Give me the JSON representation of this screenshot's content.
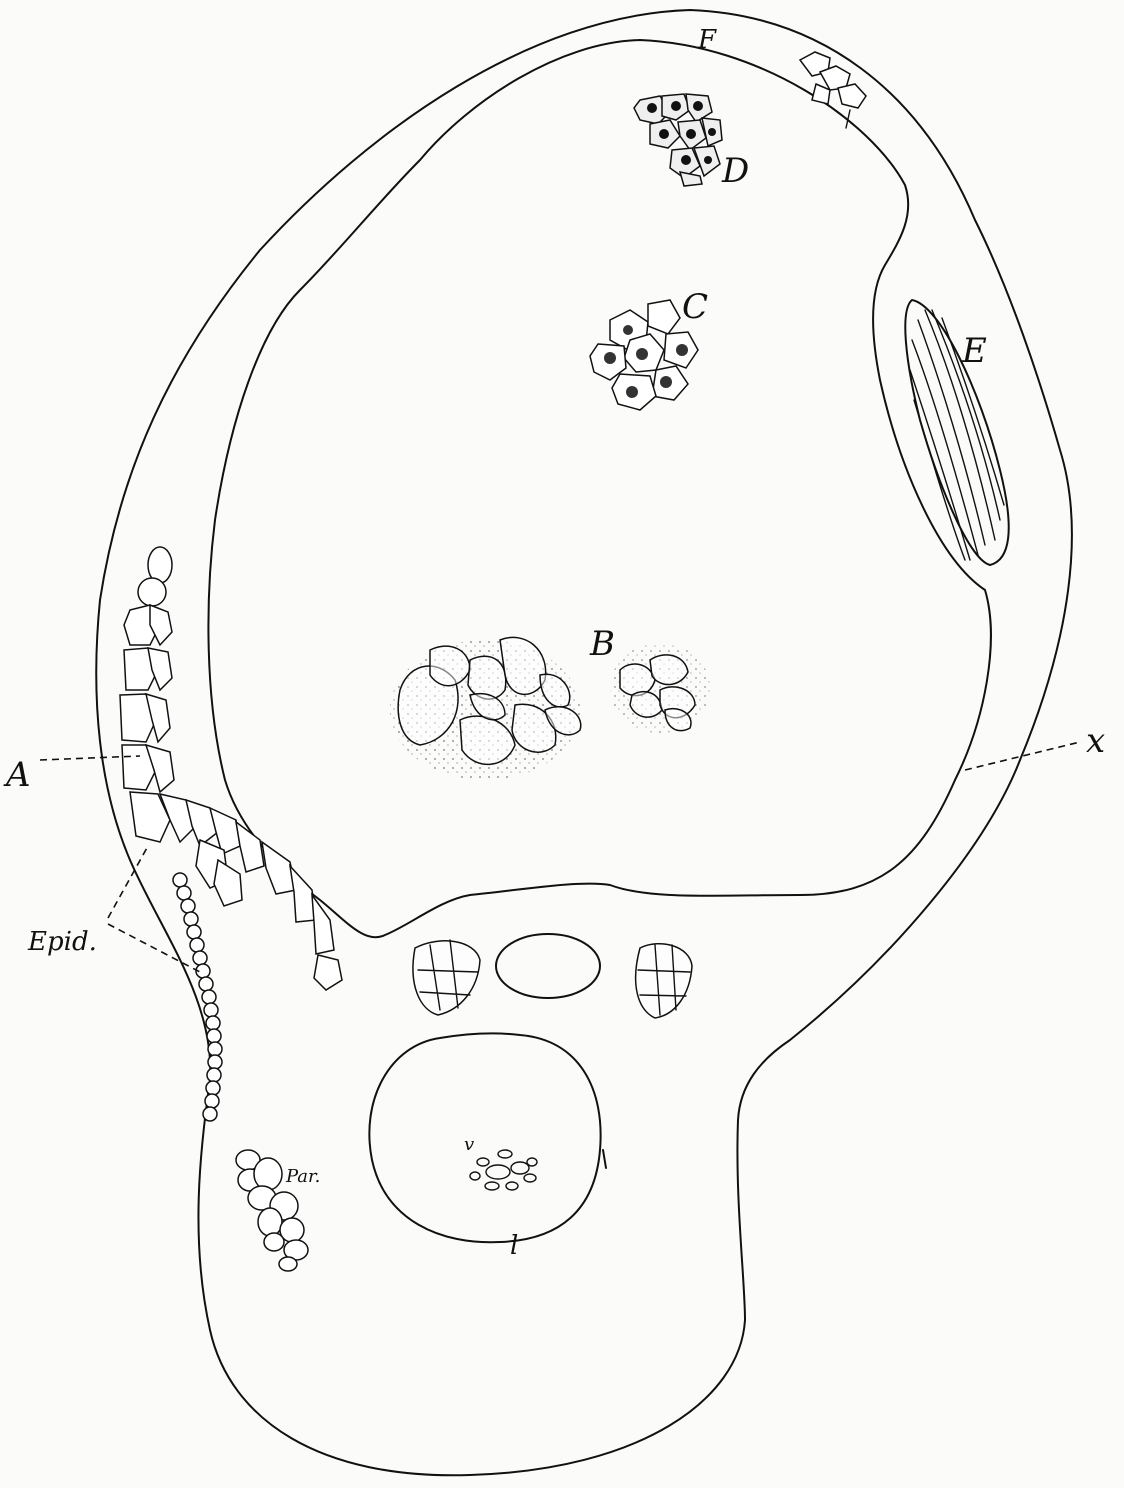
{
  "labels": {
    "A": "A",
    "B": "B",
    "C": "C",
    "D": "D",
    "E": "E",
    "F": "F",
    "x": "x",
    "epid": "Epid.",
    "par": "Par.",
    "v": "v",
    "l": "l"
  },
  "colors": {
    "ink": "#111111",
    "paper": "#fbfbfa"
  }
}
